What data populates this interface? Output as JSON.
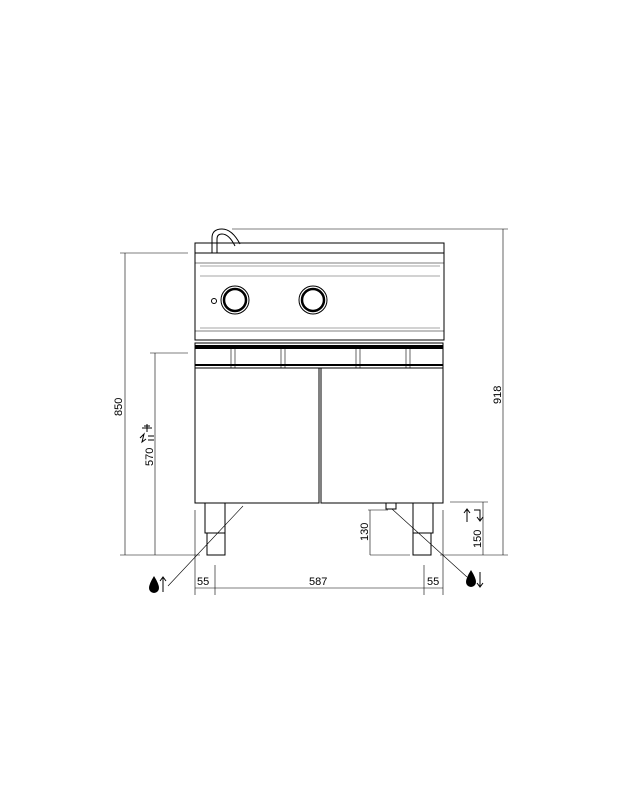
{
  "drawing": {
    "title": "Electric fryer front elevation",
    "dimensions": {
      "total_height": "850",
      "height_with_backsplash": "918",
      "connection_height": "570",
      "drain_height": "130",
      "water_height": "150",
      "left_offset": "55",
      "leg_span": "587",
      "right_offset": "55"
    },
    "symbols": [
      "water-inlet-icon",
      "drain-icon",
      "electric-connection-icon",
      "equipotential-icon"
    ]
  }
}
